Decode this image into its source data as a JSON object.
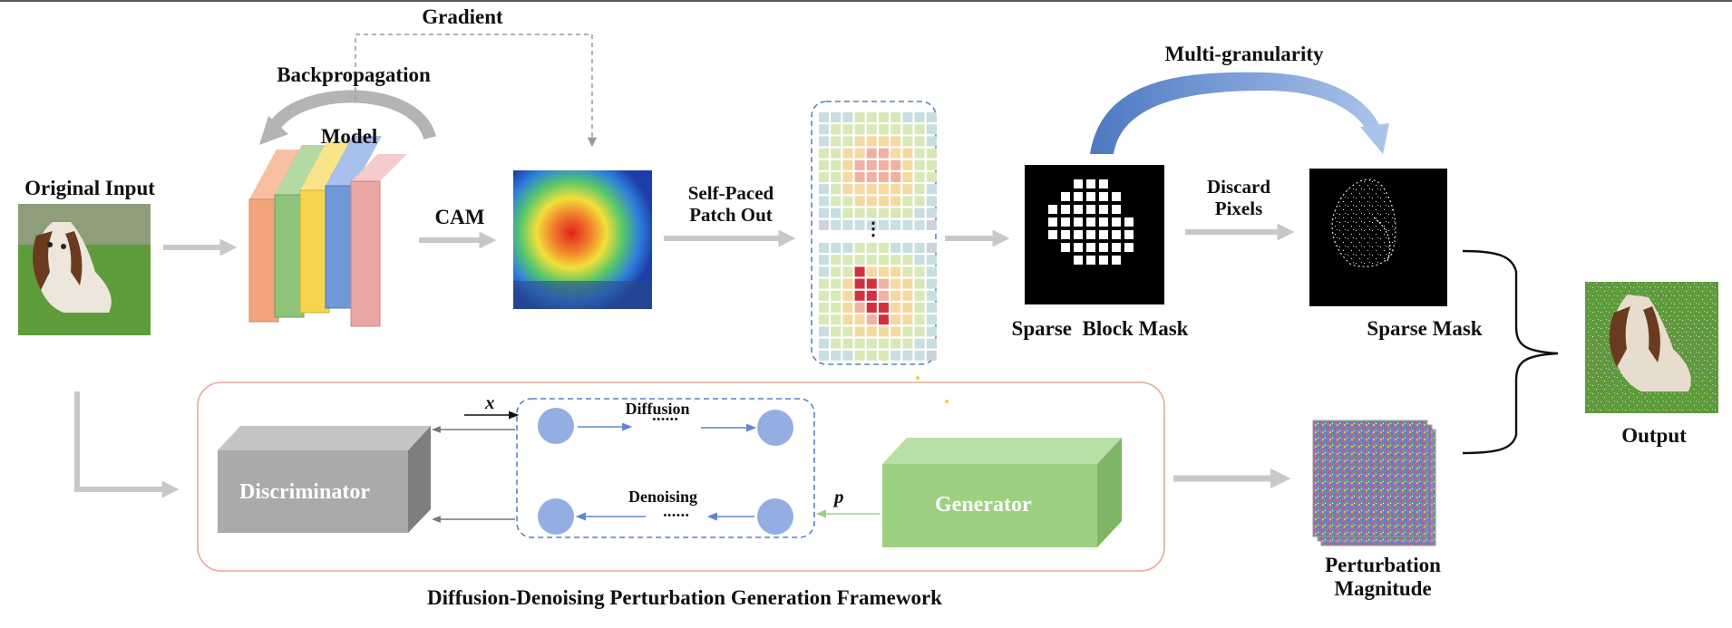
{
  "labels": {
    "gradient": "Gradient",
    "backpropagation": "Backpropagation",
    "model": "Model",
    "original_input": "Original Input",
    "cam": "CAM",
    "self_paced_line1": "Self-Paced",
    "self_paced_line2": "Patch Out",
    "multi_granularity": "Multi-granularity",
    "discard_line1": "Discard",
    "discard_line2": "Pixels",
    "sparse_block_mask": "Sparse  Block Mask",
    "sparse_mask": "Sparse Mask",
    "output": "Output",
    "x_var": "x",
    "diffusion": "Diffusion",
    "denoising": "Denoising",
    "p_var": "p",
    "discriminator": "Discriminator",
    "generator": "Generator",
    "perturbation_line1": "Perturbation",
    "perturbation_line2": "Magnitude",
    "framework_title": "Diffusion-Denoising Perturbation Generation Framework",
    "ellipsis_vertical": "⋮",
    "dots": "••••••"
  },
  "colors": {
    "layer_colors": [
      "#f2a57c",
      "#8fc27a",
      "#f6d44e",
      "#6f98d8",
      "#eaa5a5"
    ],
    "arrow_gray": "#c8c8c8",
    "blue_arrow": "#7f9fd8",
    "node_blue": "#94aee3",
    "generator_green": "#9dd083",
    "discriminator_gray": "#aaaaaa",
    "highlight_red": "#d42f3d"
  }
}
